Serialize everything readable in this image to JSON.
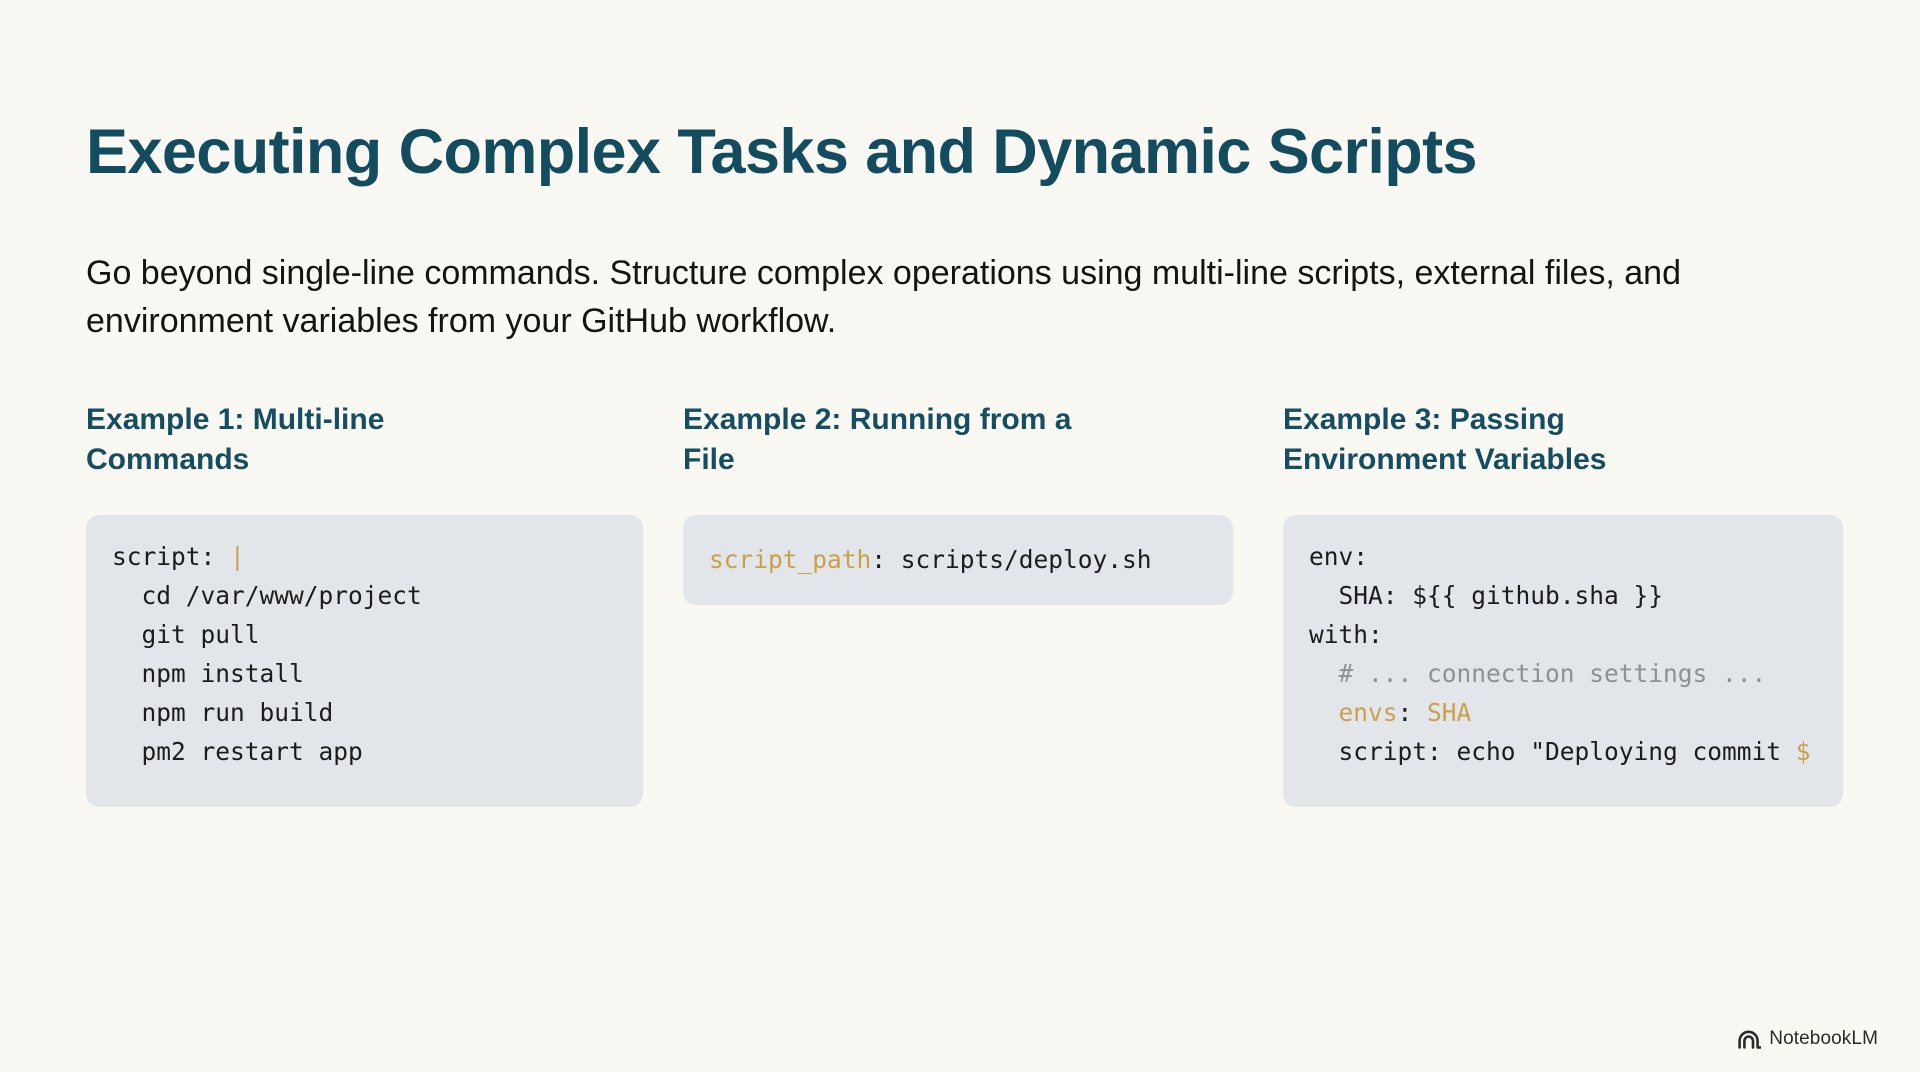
{
  "slide": {
    "title": "Executing Complex Tasks and Dynamic Scripts",
    "subtitle": "Go beyond single-line commands. Structure complex operations using multi-line scripts, external files, and environment variables from your GitHub workflow.",
    "background_color": "#faf8f2",
    "title_color": "#134b5f",
    "heading_color": "#154d61",
    "code_bg_color": "#e2e6ea",
    "accent_color": "#c9a14a",
    "comment_color": "#8d9096"
  },
  "columns": [
    {
      "heading": "Example 1: Multi-line Commands",
      "code": {
        "l1_key": "script: ",
        "l1_pipe": "|",
        "l2": "  cd /var/www/project",
        "l3": "  git pull",
        "l4": "  npm install",
        "l5": "  npm run build",
        "l6": "  pm2 restart app"
      }
    },
    {
      "heading": "Example 2: Running from a File",
      "code": {
        "l1_key": "script_path",
        "l1_rest": ": scripts/deploy.sh"
      }
    },
    {
      "heading": "Example 3: Passing Environment Variables",
      "code": {
        "l1": "env:",
        "l2": "  SHA: ${{ github.sha }}",
        "l3": "with:",
        "l4_comment": "  # ... connection settings ...",
        "l5_key": "  envs",
        "l5_colon": ": ",
        "l5_val": "SHA",
        "l6_pre": "  script: echo \"Deploying commit ",
        "l6_dollar": "$"
      }
    }
  ],
  "footer": {
    "brand": "NotebookLM",
    "icon": "notebooklm-arc-icon"
  }
}
